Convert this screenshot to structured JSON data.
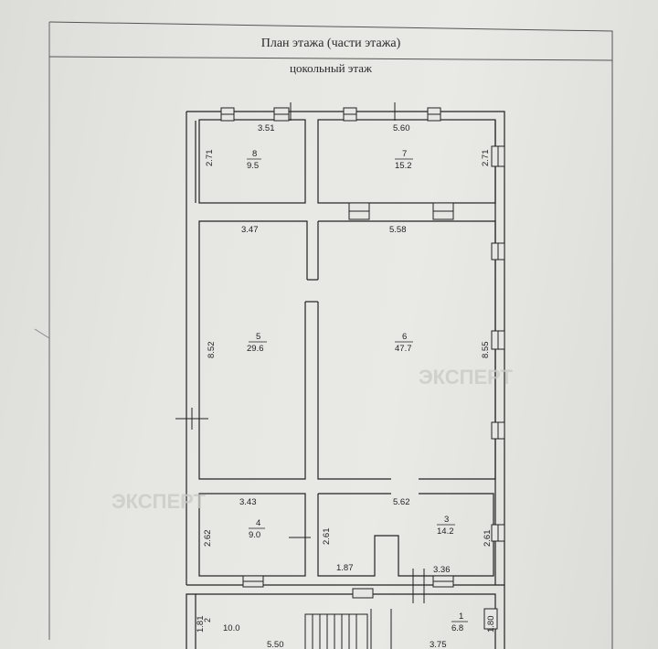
{
  "header": {
    "plan_title": "План этажа (части этажа)",
    "floor_name": "цокольный этаж"
  },
  "watermark": "ЭКСПЕРТ",
  "rooms": [
    {
      "number": "8",
      "area": "9.5",
      "width": "3.51",
      "height": "2.71"
    },
    {
      "number": "7",
      "area": "15.2",
      "width": "5.60",
      "height": "2.71"
    },
    {
      "number": "5",
      "area": "29.6",
      "width": "3.47",
      "height": "8.52"
    },
    {
      "number": "6",
      "area": "47.7",
      "width": "5.58",
      "height": "8.55"
    },
    {
      "number": "4",
      "area": "9.0",
      "width": "3.43",
      "height": "2.62"
    },
    {
      "number": "3",
      "area": "14.2",
      "width": "5.62",
      "height": "2.61"
    },
    {
      "number": "2",
      "area": "10.0",
      "width": "5.50",
      "height": "1.81"
    },
    {
      "number": "1",
      "area": "6.8",
      "width": "3.75",
      "height": "1.80"
    }
  ],
  "extra_dimensions": {
    "room4_side": "2.61",
    "corridor_left": "1.87",
    "corridor_right": "3.36"
  },
  "colors": {
    "paper": "#e6e6e2",
    "ink": "#222222",
    "frame": "#555555"
  }
}
